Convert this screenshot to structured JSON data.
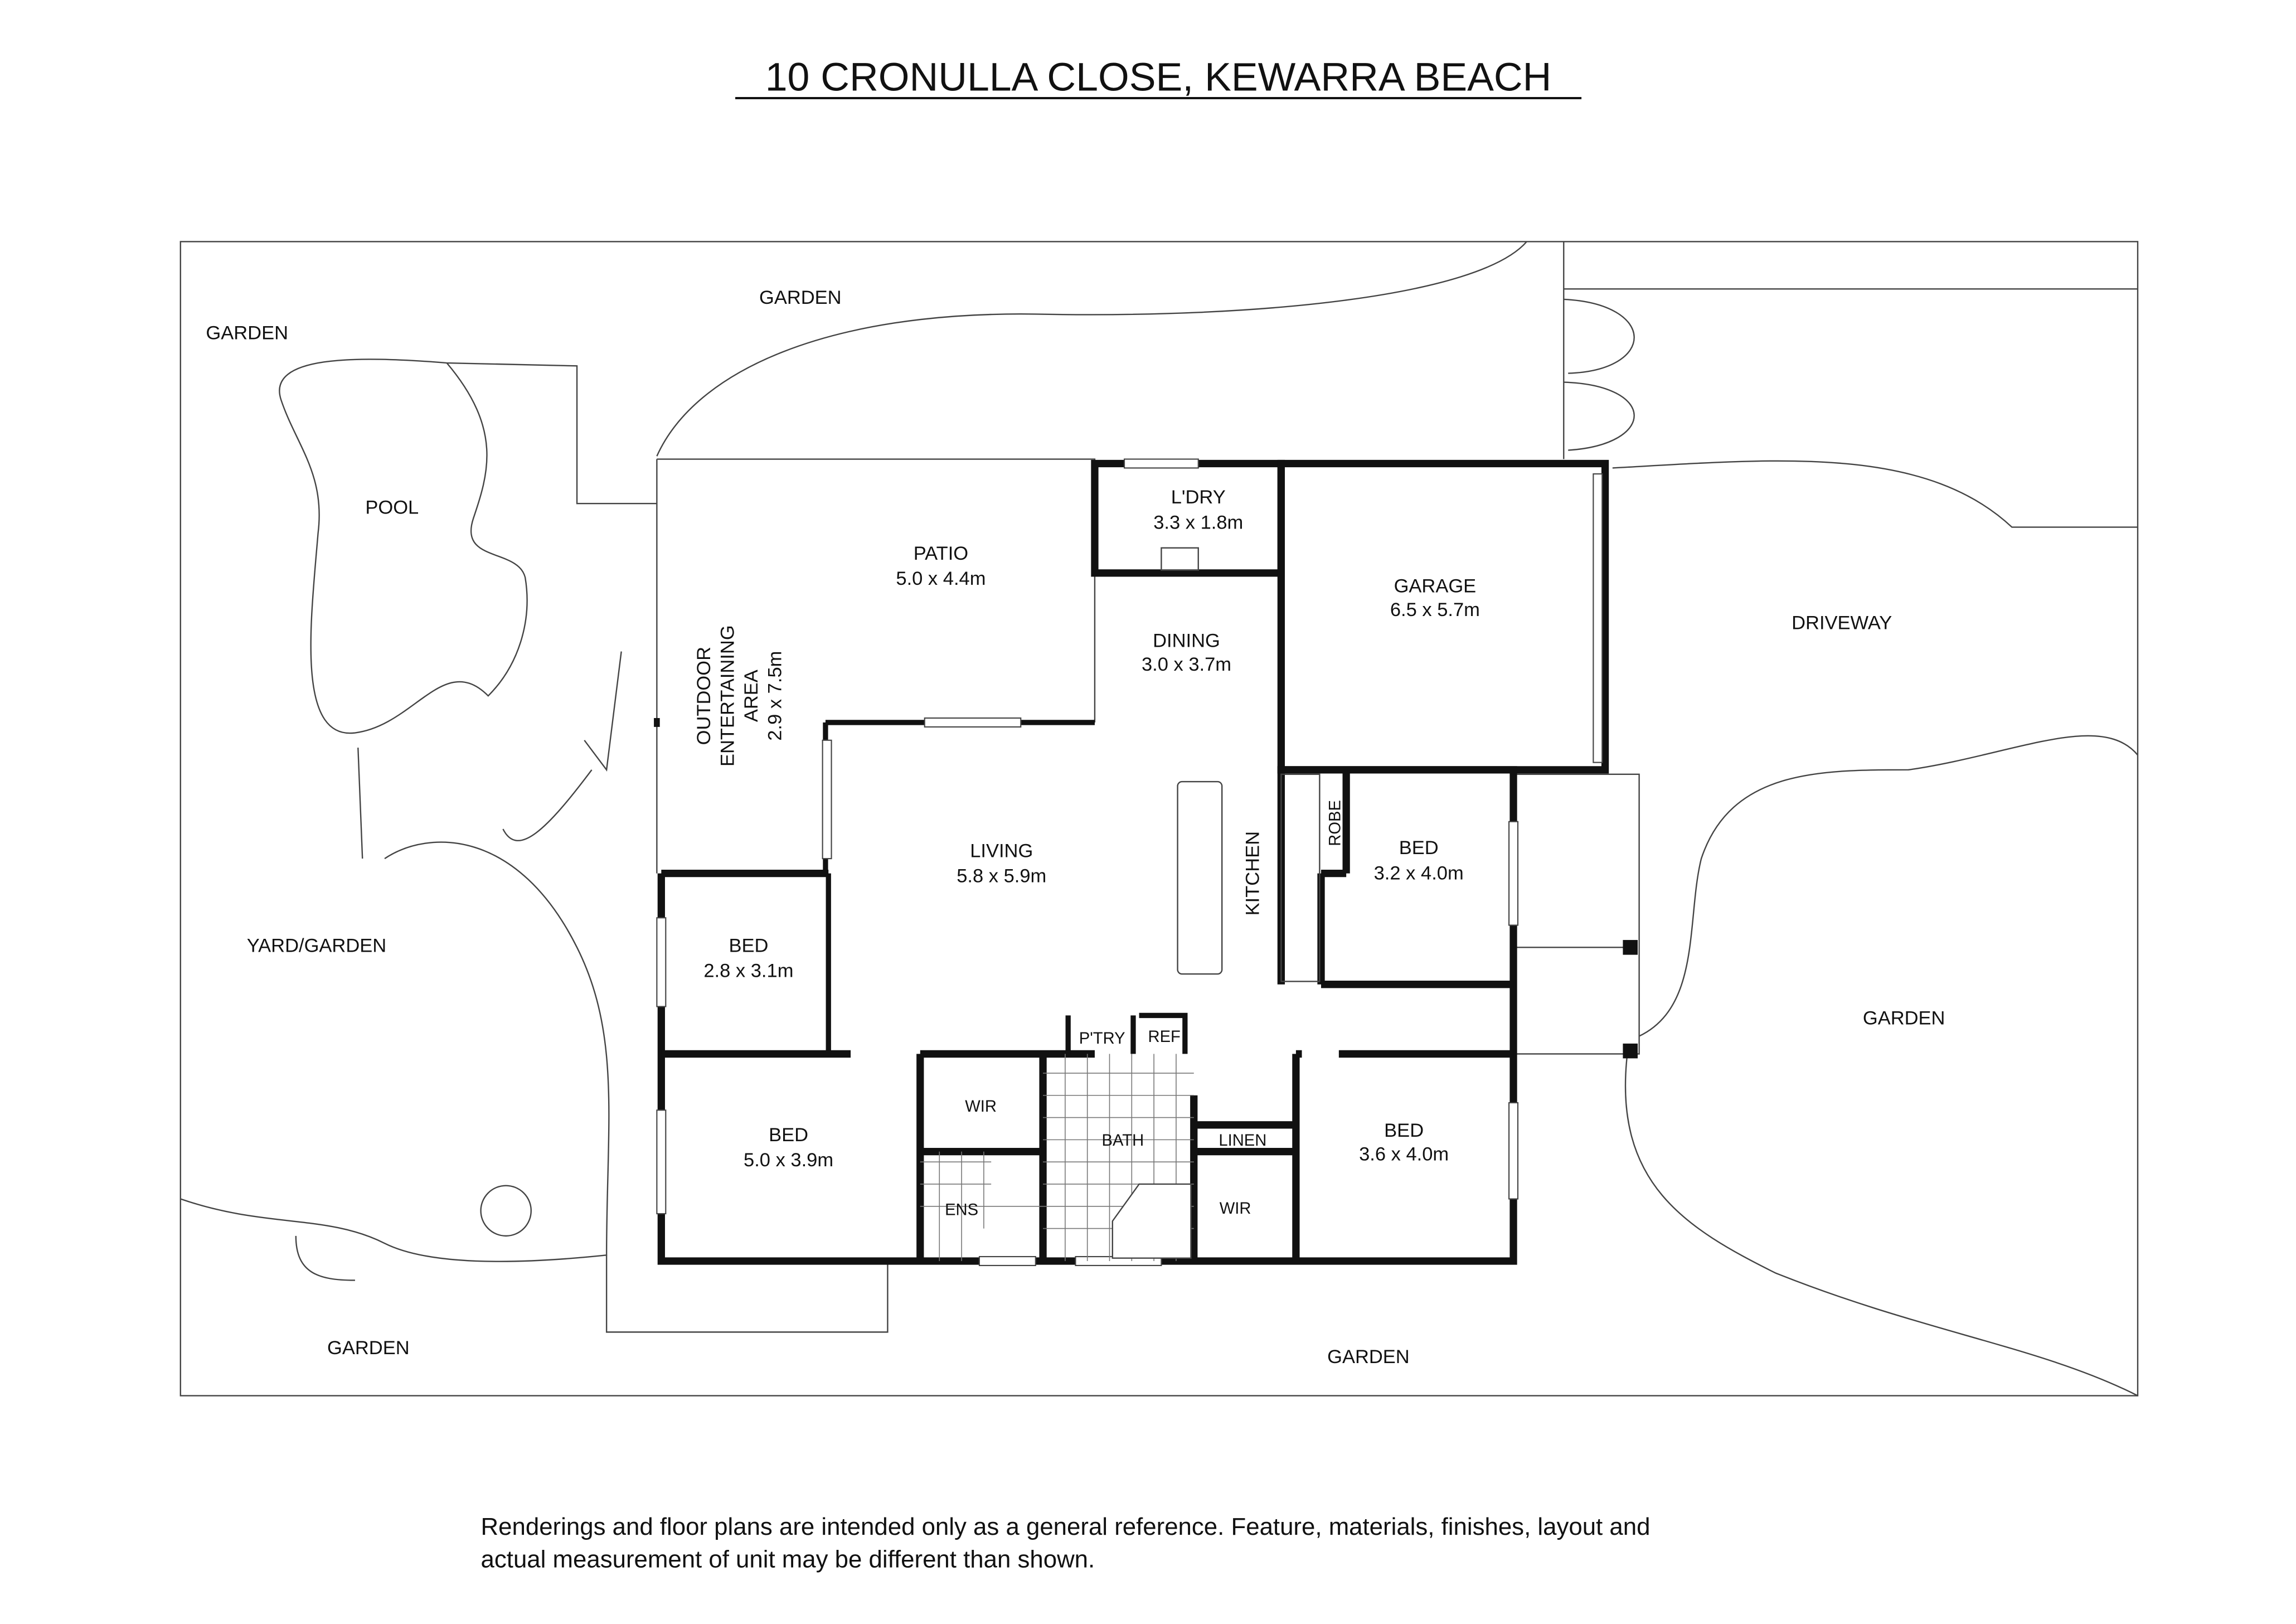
{
  "title": "10 CRONULLA CLOSE, KEWARRA BEACH",
  "areas": {
    "garden_top": "GARDEN",
    "garden_left": "GARDEN",
    "pool": "POOL",
    "yard": "YARD/GARDEN",
    "garden_bottom_left": "GARDEN",
    "garden_bottom": "GARDEN",
    "driveway": "DRIVEWAY",
    "garden_right": "GARDEN"
  },
  "rooms": {
    "patio": {
      "name": "PATIO",
      "size": "5.0 x 4.4m"
    },
    "outdoor": {
      "line1": "OUTDOOR",
      "line2": "ENTERTAINING",
      "line3": "AREA",
      "size": "2.9 x 7.5m"
    },
    "laundry": {
      "name": "L'DRY",
      "size": "3.3 x 1.8m"
    },
    "garage": {
      "name": "GARAGE",
      "size": "6.5 x 5.7m"
    },
    "dining": {
      "name": "DINING",
      "size": "3.0 x 3.7m"
    },
    "living": {
      "name": "LIVING",
      "size": "5.8 x 5.9m"
    },
    "kitchen": {
      "name": "KITCHEN"
    },
    "robe": {
      "name": "ROBE"
    },
    "bed1": {
      "name": "BED",
      "size": "3.2 x 4.0m"
    },
    "bed2": {
      "name": "BED",
      "size": "2.8 x 3.1m"
    },
    "bed3": {
      "name": "BED",
      "size": "5.0 x 3.9m"
    },
    "bed4": {
      "name": "BED",
      "size": "3.6 x 4.0m"
    },
    "pantry": {
      "name": "P'TRY"
    },
    "ref": {
      "name": "REF"
    },
    "wir1": {
      "name": "WIR"
    },
    "wir2": {
      "name": "WIR"
    },
    "ens": {
      "name": "ENS"
    },
    "bath": {
      "name": "BATH"
    },
    "linen": {
      "name": "LINEN"
    }
  },
  "disclaimer": {
    "line1": "Renderings and floor plans are intended only as a general reference. Feature, materials, finishes, layout and",
    "line2": "actual measurement of unit may be different than shown."
  }
}
